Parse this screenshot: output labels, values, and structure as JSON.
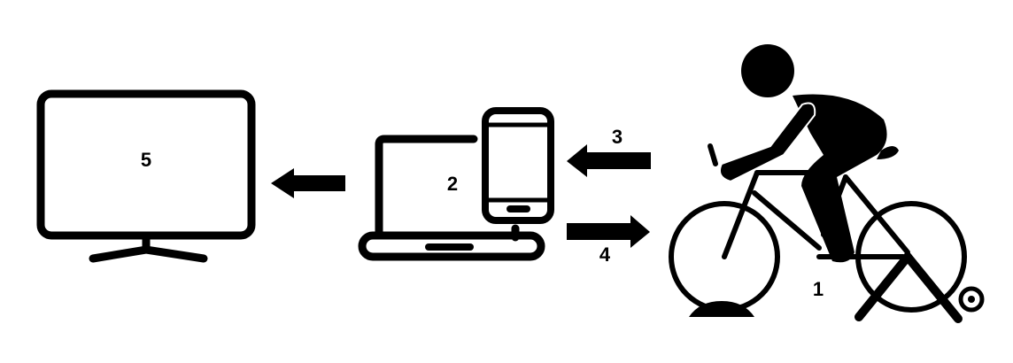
{
  "labels": {
    "bike": "1",
    "device": "2",
    "arrow_in": "3",
    "arrow_out": "4",
    "tv": "5"
  },
  "colors": {
    "ink": "#000000",
    "background": "#ffffff"
  },
  "icons": [
    "tv-icon",
    "laptop-icon",
    "smartphone-icon",
    "cyclist-on-trainer-icon",
    "arrow-left-icon",
    "arrow-right-icon"
  ]
}
